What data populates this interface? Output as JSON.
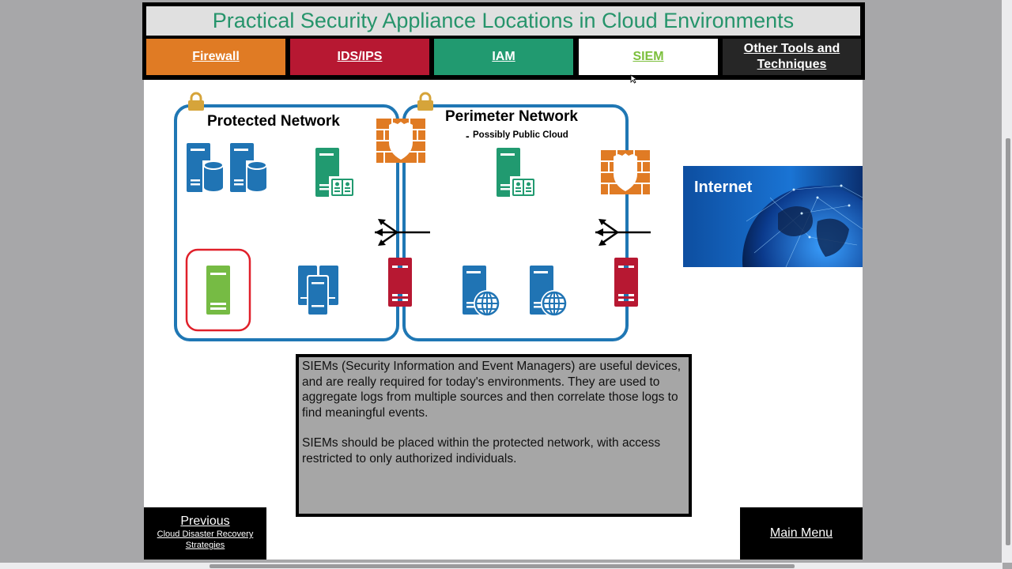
{
  "header": {
    "title": "Practical Security Appliance Locations in Cloud Environments",
    "tabs": [
      {
        "label": "Firewall",
        "bg": "#e07b24",
        "color": "#ffffff",
        "active": false
      },
      {
        "label": "IDS/IPS",
        "bg": "#b71832",
        "color": "#ffffff",
        "active": false
      },
      {
        "label": "IAM",
        "bg": "#219a70",
        "color": "#ffffff",
        "active": false
      },
      {
        "label": "SIEM",
        "bg": "#ffffff",
        "color": "#7cbf3c",
        "active": true
      },
      {
        "label": "Other Tools and Techniques",
        "bg": "#262626",
        "color": "#ffffff",
        "active": false
      }
    ]
  },
  "diagram": {
    "protected_network": {
      "title": "Protected Network"
    },
    "perimeter_network": {
      "title": "Perimeter Network",
      "subtitle_dash": "-",
      "subtitle": "Possibly Public Cloud"
    },
    "internet": {
      "label": "Internet"
    },
    "colors": {
      "network_border": "#1f77b4",
      "server_blue": "#2074b4",
      "server_green": "#219a70",
      "siem_green": "#76bb44",
      "ids_red": "#b71832",
      "firewall_orange": "#e07b24",
      "lock_gold": "#d6a43a",
      "highlight_red": "#e0202a"
    }
  },
  "info": {
    "paragraphs": [
      "SIEMs (Security Information and Event Managers) are useful devices, and are really required for today's environments. They are used to aggregate logs from multiple sources and then correlate those logs to find meaningful events.",
      "SIEMs should be placed within the protected network, with access restricted to only authorized individuals."
    ]
  },
  "nav": {
    "previous_label": "Previous",
    "previous_sub": "Cloud Disaster Recovery Strategies",
    "main_menu_label": "Main Menu"
  }
}
